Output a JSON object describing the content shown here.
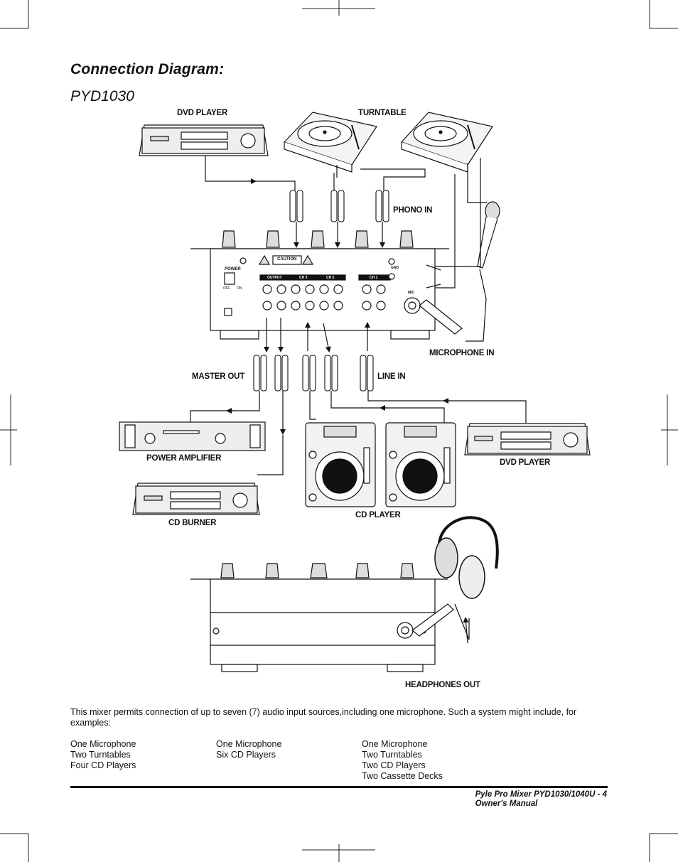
{
  "page": {
    "title": "Connection Diagram:",
    "model": "PYD1030"
  },
  "labels": {
    "dvd_player_top": "DVD PLAYER",
    "turntable": "TURNTABLE",
    "phono_in": "PHONO IN",
    "microphone_in": "MICROPHONE IN",
    "master_out": "MASTER OUT",
    "line_in": "LINE IN",
    "power_amplifier": "POWER AMPLIFIER",
    "dvd_player_right": "DVD PLAYER",
    "cd_burner": "CD BURNER",
    "cd_player": "CD PLAYER",
    "headphones_out": "HEADPHONES OUT"
  },
  "panel": {
    "caution": "CAUTION",
    "power": "POWER",
    "off": "OFF",
    "on": "ON",
    "output": "OUTPUT",
    "ch3": "CH 3",
    "ch2": "CH 2",
    "ch1": "CH 1",
    "gnd": "GND",
    "mic": "MIC"
  },
  "description": {
    "intro": "This mixer permits connection of up to seven (7) audio input sources,including one microphone. Such a system might include, for examples:",
    "columns": [
      [
        "One Microphone",
        "Two Turntables",
        "Four CD Players"
      ],
      [
        "One Microphone",
        "Six CD Players"
      ],
      [
        "One Microphone",
        "Two Turntables",
        "Two CD Players",
        "Two Cassette Decks"
      ]
    ]
  },
  "footer": {
    "line1": "Pyle Pro Mixer PYD1030/1040U - 4",
    "line2": "Owner's Manual"
  }
}
